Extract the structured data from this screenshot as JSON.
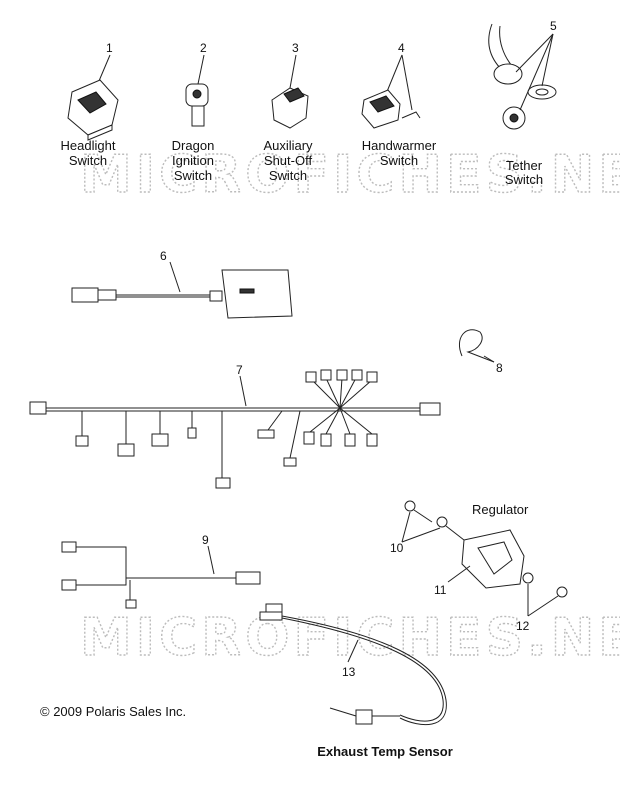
{
  "watermark": "MICROFICHES.NET",
  "callouts": [
    "1",
    "2",
    "3",
    "4",
    "5",
    "6",
    "7",
    "8",
    "9",
    "10",
    "11",
    "12",
    "13"
  ],
  "labels": {
    "headlight": [
      "Headlight",
      "Switch"
    ],
    "dragon": [
      "Dragon",
      "Ignition",
      "Switch"
    ],
    "auxiliary": [
      "Auxiliary",
      "Shut-Off",
      "Switch"
    ],
    "handwarmer": [
      "Handwarmer",
      "Switch"
    ],
    "tether": [
      "Tether",
      "Switch"
    ],
    "regulator": "Regulator",
    "exhaust": "Exhaust Temp Sensor"
  },
  "copyright": "© 2009 Polaris Sales Inc."
}
